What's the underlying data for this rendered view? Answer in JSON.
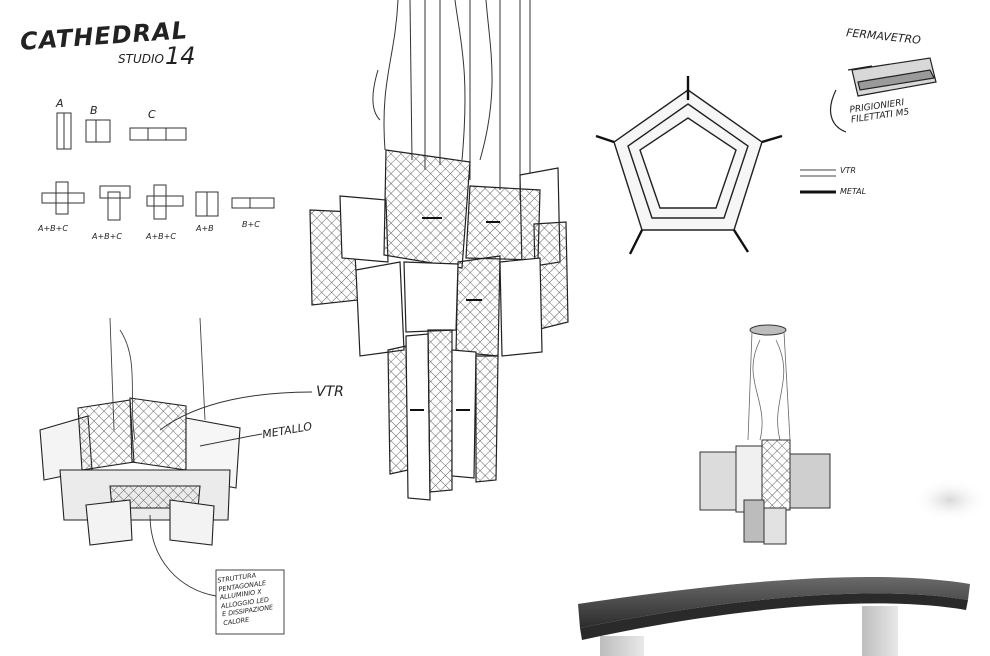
{
  "header": {
    "title": "CATHEDRAL",
    "subtitle": "STUDIO",
    "subtitle_number": "14"
  },
  "modules": {
    "top_row": [
      "A",
      "B",
      "C"
    ],
    "combos": [
      "A+B+C",
      "A+B+C",
      "A+B+C",
      "A+B",
      "B+C"
    ]
  },
  "top_right_detail": {
    "title": "FERMAVETRO",
    "subtitle": "PRIGIONIERI FILETTATI M5"
  },
  "plan_legend": [
    "VTR",
    "METAL"
  ],
  "left_sketch": {
    "callout_vtr": "VTR",
    "callout_metal": "METALLO",
    "note": [
      "STRUTTURA",
      "PENTAGONALE",
      "ALLUMINIO X",
      "ALLOGGIO LED",
      "E DISSIPAZIONE",
      "CALORE"
    ]
  },
  "colors": {
    "ink": "#222222",
    "paper": "#ffffff",
    "shade": "#8a8a8a",
    "table": "#3b3b3b"
  }
}
